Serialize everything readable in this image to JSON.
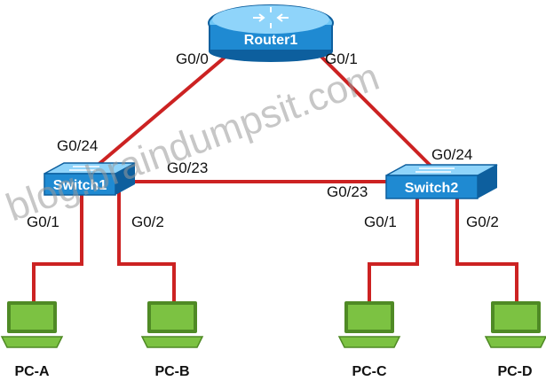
{
  "colors": {
    "link": "#cc2222",
    "device_blue": "#1f8ad2",
    "device_blue_dark": "#0d5f9e",
    "device_top": "#6ec6f5",
    "laptop_green": "#7cc242",
    "laptop_green_dark": "#4f8a25",
    "watermark": "#9a9a9a"
  },
  "devices": {
    "router": {
      "label": "Router1",
      "icon": "router-icon"
    },
    "switch1": {
      "label": "Switch1",
      "icon": "switch-icon"
    },
    "switch2": {
      "label": "Switch2",
      "icon": "switch-icon"
    }
  },
  "pcs": [
    {
      "label": "PC-A",
      "icon": "laptop-icon"
    },
    {
      "label": "PC-B",
      "icon": "laptop-icon"
    },
    {
      "label": "PC-C",
      "icon": "laptop-icon"
    },
    {
      "label": "PC-D",
      "icon": "laptop-icon"
    }
  ],
  "ports": {
    "router_g00": "G0/0",
    "router_g01": "G0/1",
    "sw1_g024": "G0/24",
    "sw1_g023": "G0/23",
    "sw1_g01": "G0/1",
    "sw1_g02": "G0/2",
    "sw2_g024": "G0/24",
    "sw2_g023": "G0/23",
    "sw2_g01": "G0/1",
    "sw2_g02": "G0/2"
  },
  "watermark": "blog.braindumpsit.com"
}
